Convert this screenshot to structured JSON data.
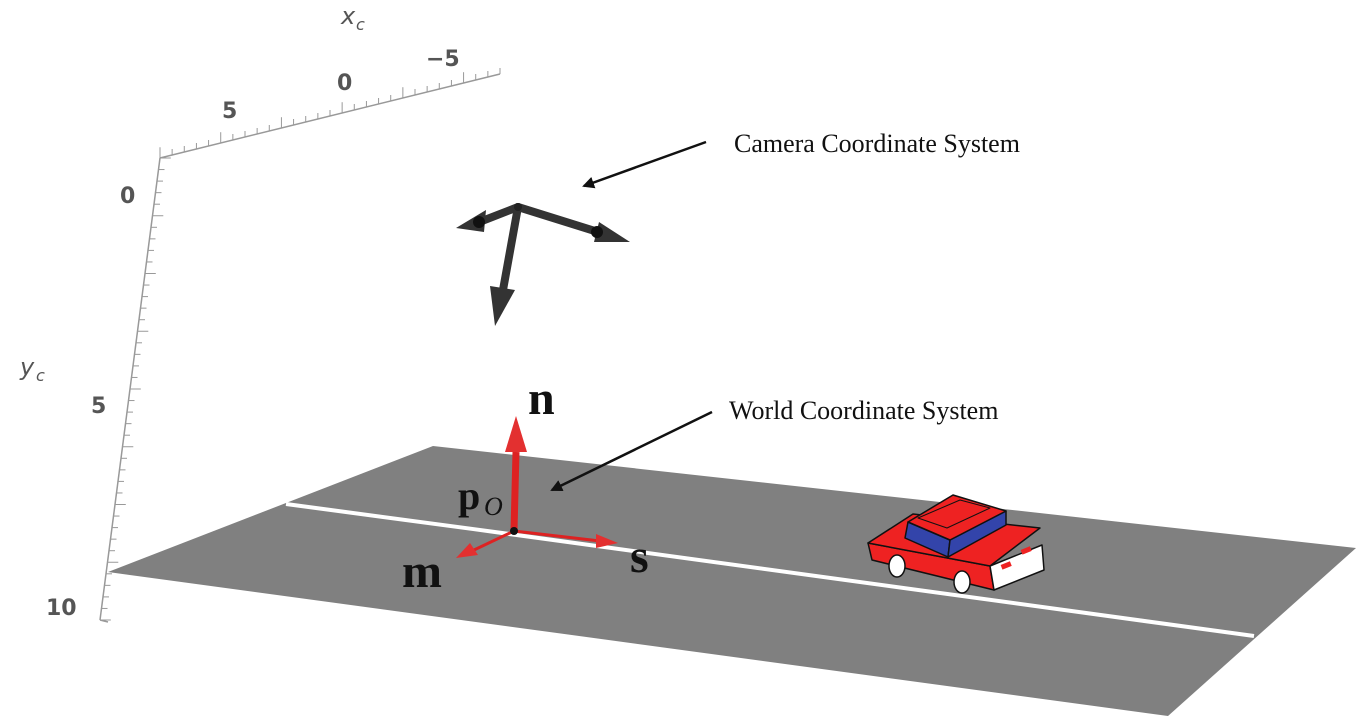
{
  "axes": {
    "xc": {
      "title": "x",
      "subscript": "c",
      "ticks": [
        {
          "label": "5"
        },
        {
          "label": "0"
        },
        {
          "label": "−5"
        }
      ]
    },
    "yc": {
      "title": "y",
      "subscript": "c",
      "ticks": [
        {
          "label": "0"
        },
        {
          "label": "5"
        },
        {
          "label": "10"
        }
      ]
    }
  },
  "annotations": {
    "camera": "Camera Coordinate System",
    "world": "World Coordinate System"
  },
  "vectors": {
    "n": "n",
    "m": "m",
    "s": "s",
    "p": "p",
    "p_sub": "O"
  },
  "colors": {
    "road": "#808080",
    "lane_line": "#ffffff",
    "world_axes": "#dd2222",
    "camera_axes": "#333333",
    "car_body": "#ee2222",
    "car_window": "#3344aa",
    "axis_box": "#888888"
  }
}
